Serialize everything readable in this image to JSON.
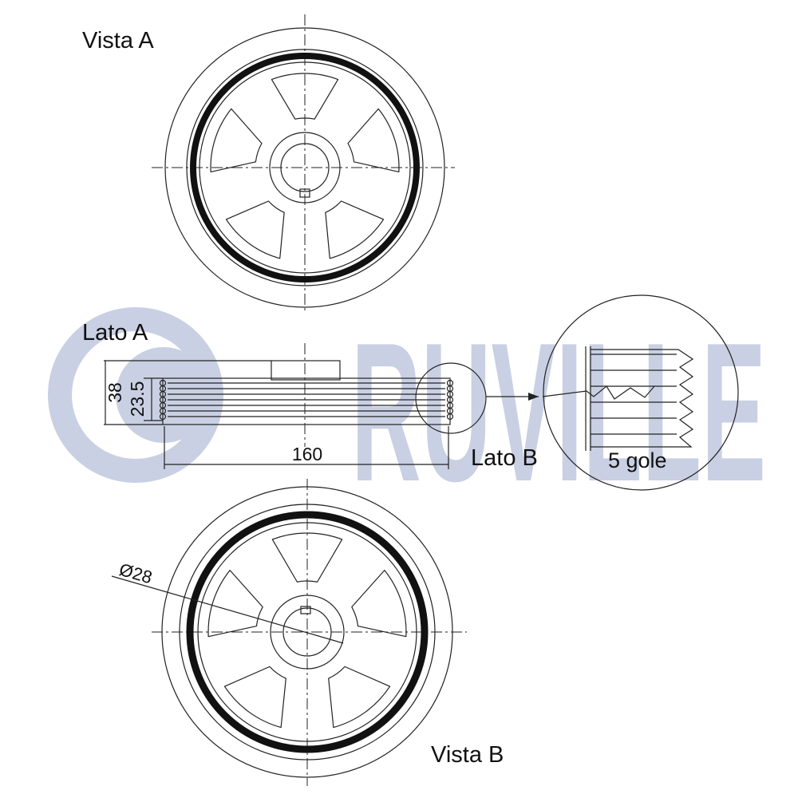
{
  "views": {
    "top_title": "Vista A",
    "bottom_title": "Vista B",
    "side_left_title": "Lato A",
    "side_right_title": "Lato B"
  },
  "dimensions": {
    "total_width": "38",
    "belt_width": "23.5",
    "diameter": "160",
    "bore": "Ø28"
  },
  "detail": {
    "grooves": "5 gole"
  },
  "watermark": {
    "brand": "RUVILLE",
    "color": "#c9d0e3"
  }
}
